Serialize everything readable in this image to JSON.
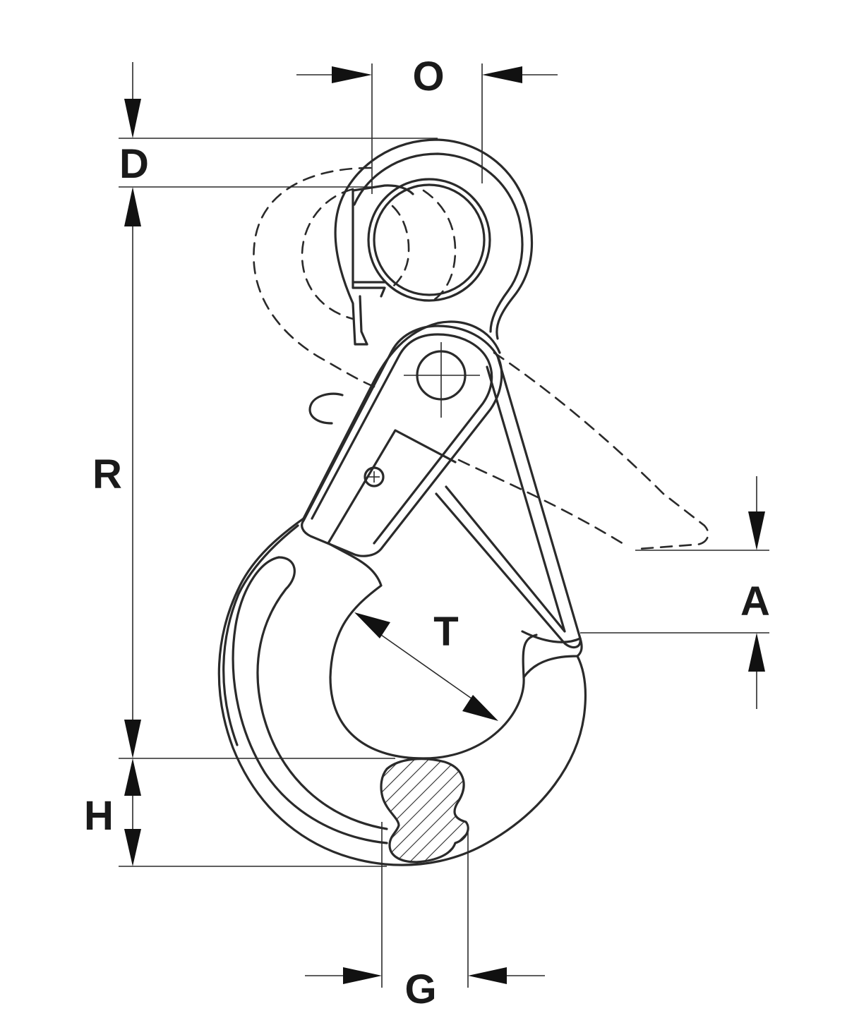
{
  "diagram": {
    "labels": {
      "o": "O",
      "d": "D",
      "r": "R",
      "a": "A",
      "t": "T",
      "h": "H",
      "g": "G"
    },
    "colors": {
      "line": "#2a2a2a",
      "background": "#ffffff"
    }
  }
}
